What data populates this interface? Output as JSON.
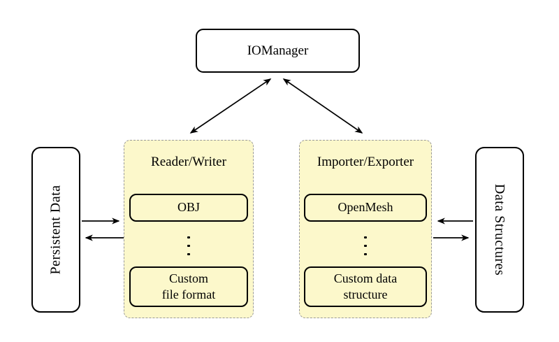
{
  "colors": {
    "background": "#ffffff",
    "panel_fill": "#fcf8cb",
    "panel_border": "#999999",
    "node_fill": "#ffffff",
    "line": "#000000"
  },
  "nodes": {
    "iomanager": {
      "label": "IOManager"
    },
    "persistent_data": {
      "label": "Persistent Data"
    },
    "data_structures": {
      "label": "Data Structures"
    }
  },
  "panels": {
    "reader_writer": {
      "title": "Reader/Writer",
      "items": [
        {
          "label": "OBJ"
        },
        {
          "label": "Custom\nfile format"
        }
      ]
    },
    "importer_exporter": {
      "title": "Importer/Exporter",
      "items": [
        {
          "label": "OpenMesh"
        },
        {
          "label": "Custom data\nstructure"
        }
      ]
    }
  },
  "icons": {
    "vertical_ellipsis": "more-items"
  }
}
